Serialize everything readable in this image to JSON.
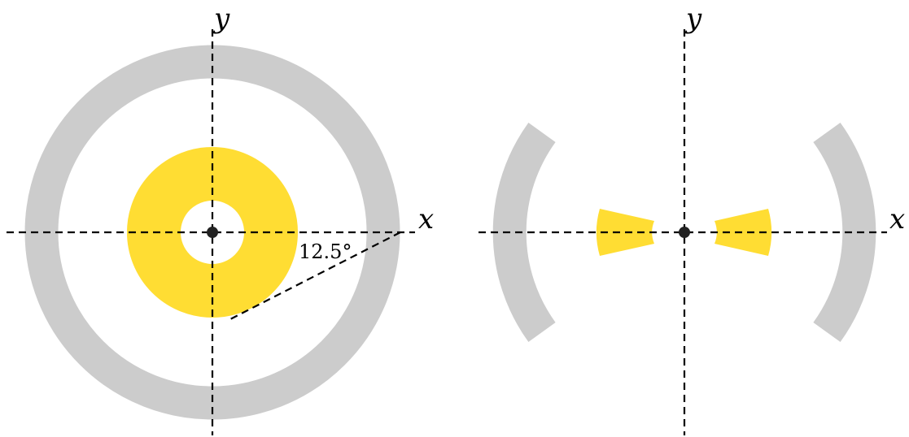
{
  "colors": {
    "outer_ring": "#cccccc",
    "inner_ring": "#ffdd33",
    "axis": "#000000",
    "origin_dot": "#222222",
    "background": "#ffffff"
  },
  "left_panel": {
    "x_axis_label": "x",
    "y_axis_label": "y",
    "angle_label": "12.5°"
  },
  "right_panel": {
    "x_axis_label": "x",
    "y_axis_label": "y"
  }
}
